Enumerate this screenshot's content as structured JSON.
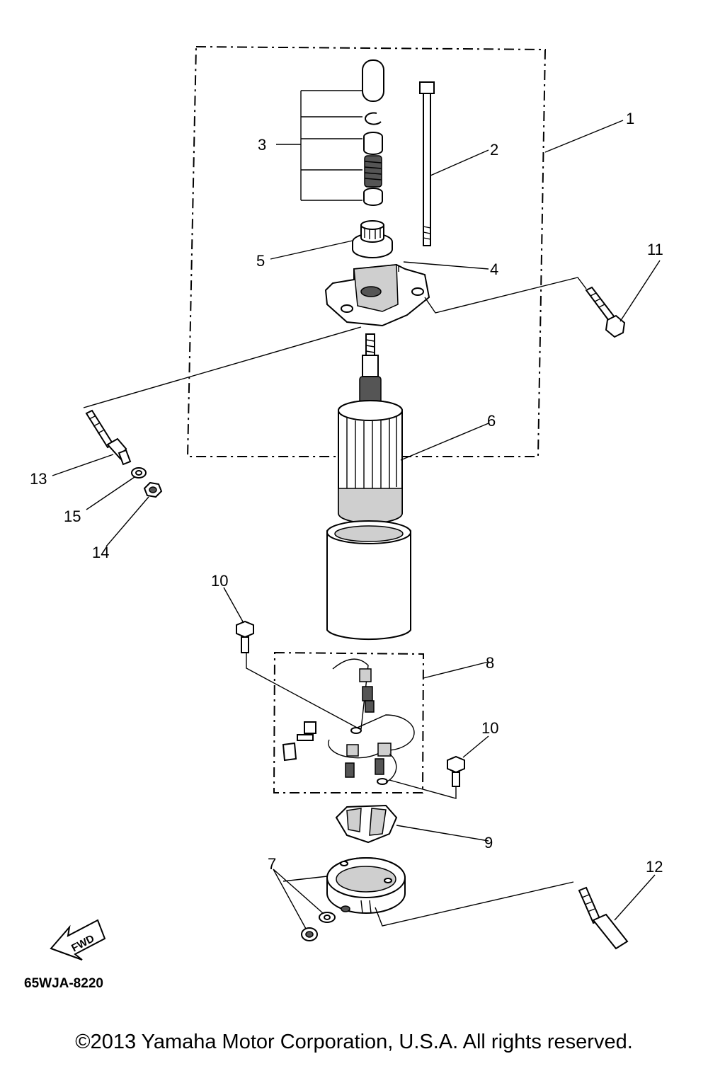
{
  "diagram": {
    "callouts": {
      "c1": "1",
      "c2": "2",
      "c3": "3",
      "c4": "4",
      "c5": "5",
      "c6": "6",
      "c7": "7",
      "c8": "8",
      "c9": "9",
      "c10a": "10",
      "c10b": "10",
      "c11": "11",
      "c12": "12",
      "c13": "13",
      "c14": "14",
      "c15": "15"
    },
    "fwd_label": "FWD",
    "doc_id": "65WJA-8220",
    "icons": [
      "fwd-arrow-icon"
    ]
  },
  "footer": {
    "copyright": "©2013 Yamaha Motor Corporation, U.S.A. All rights reserved."
  }
}
